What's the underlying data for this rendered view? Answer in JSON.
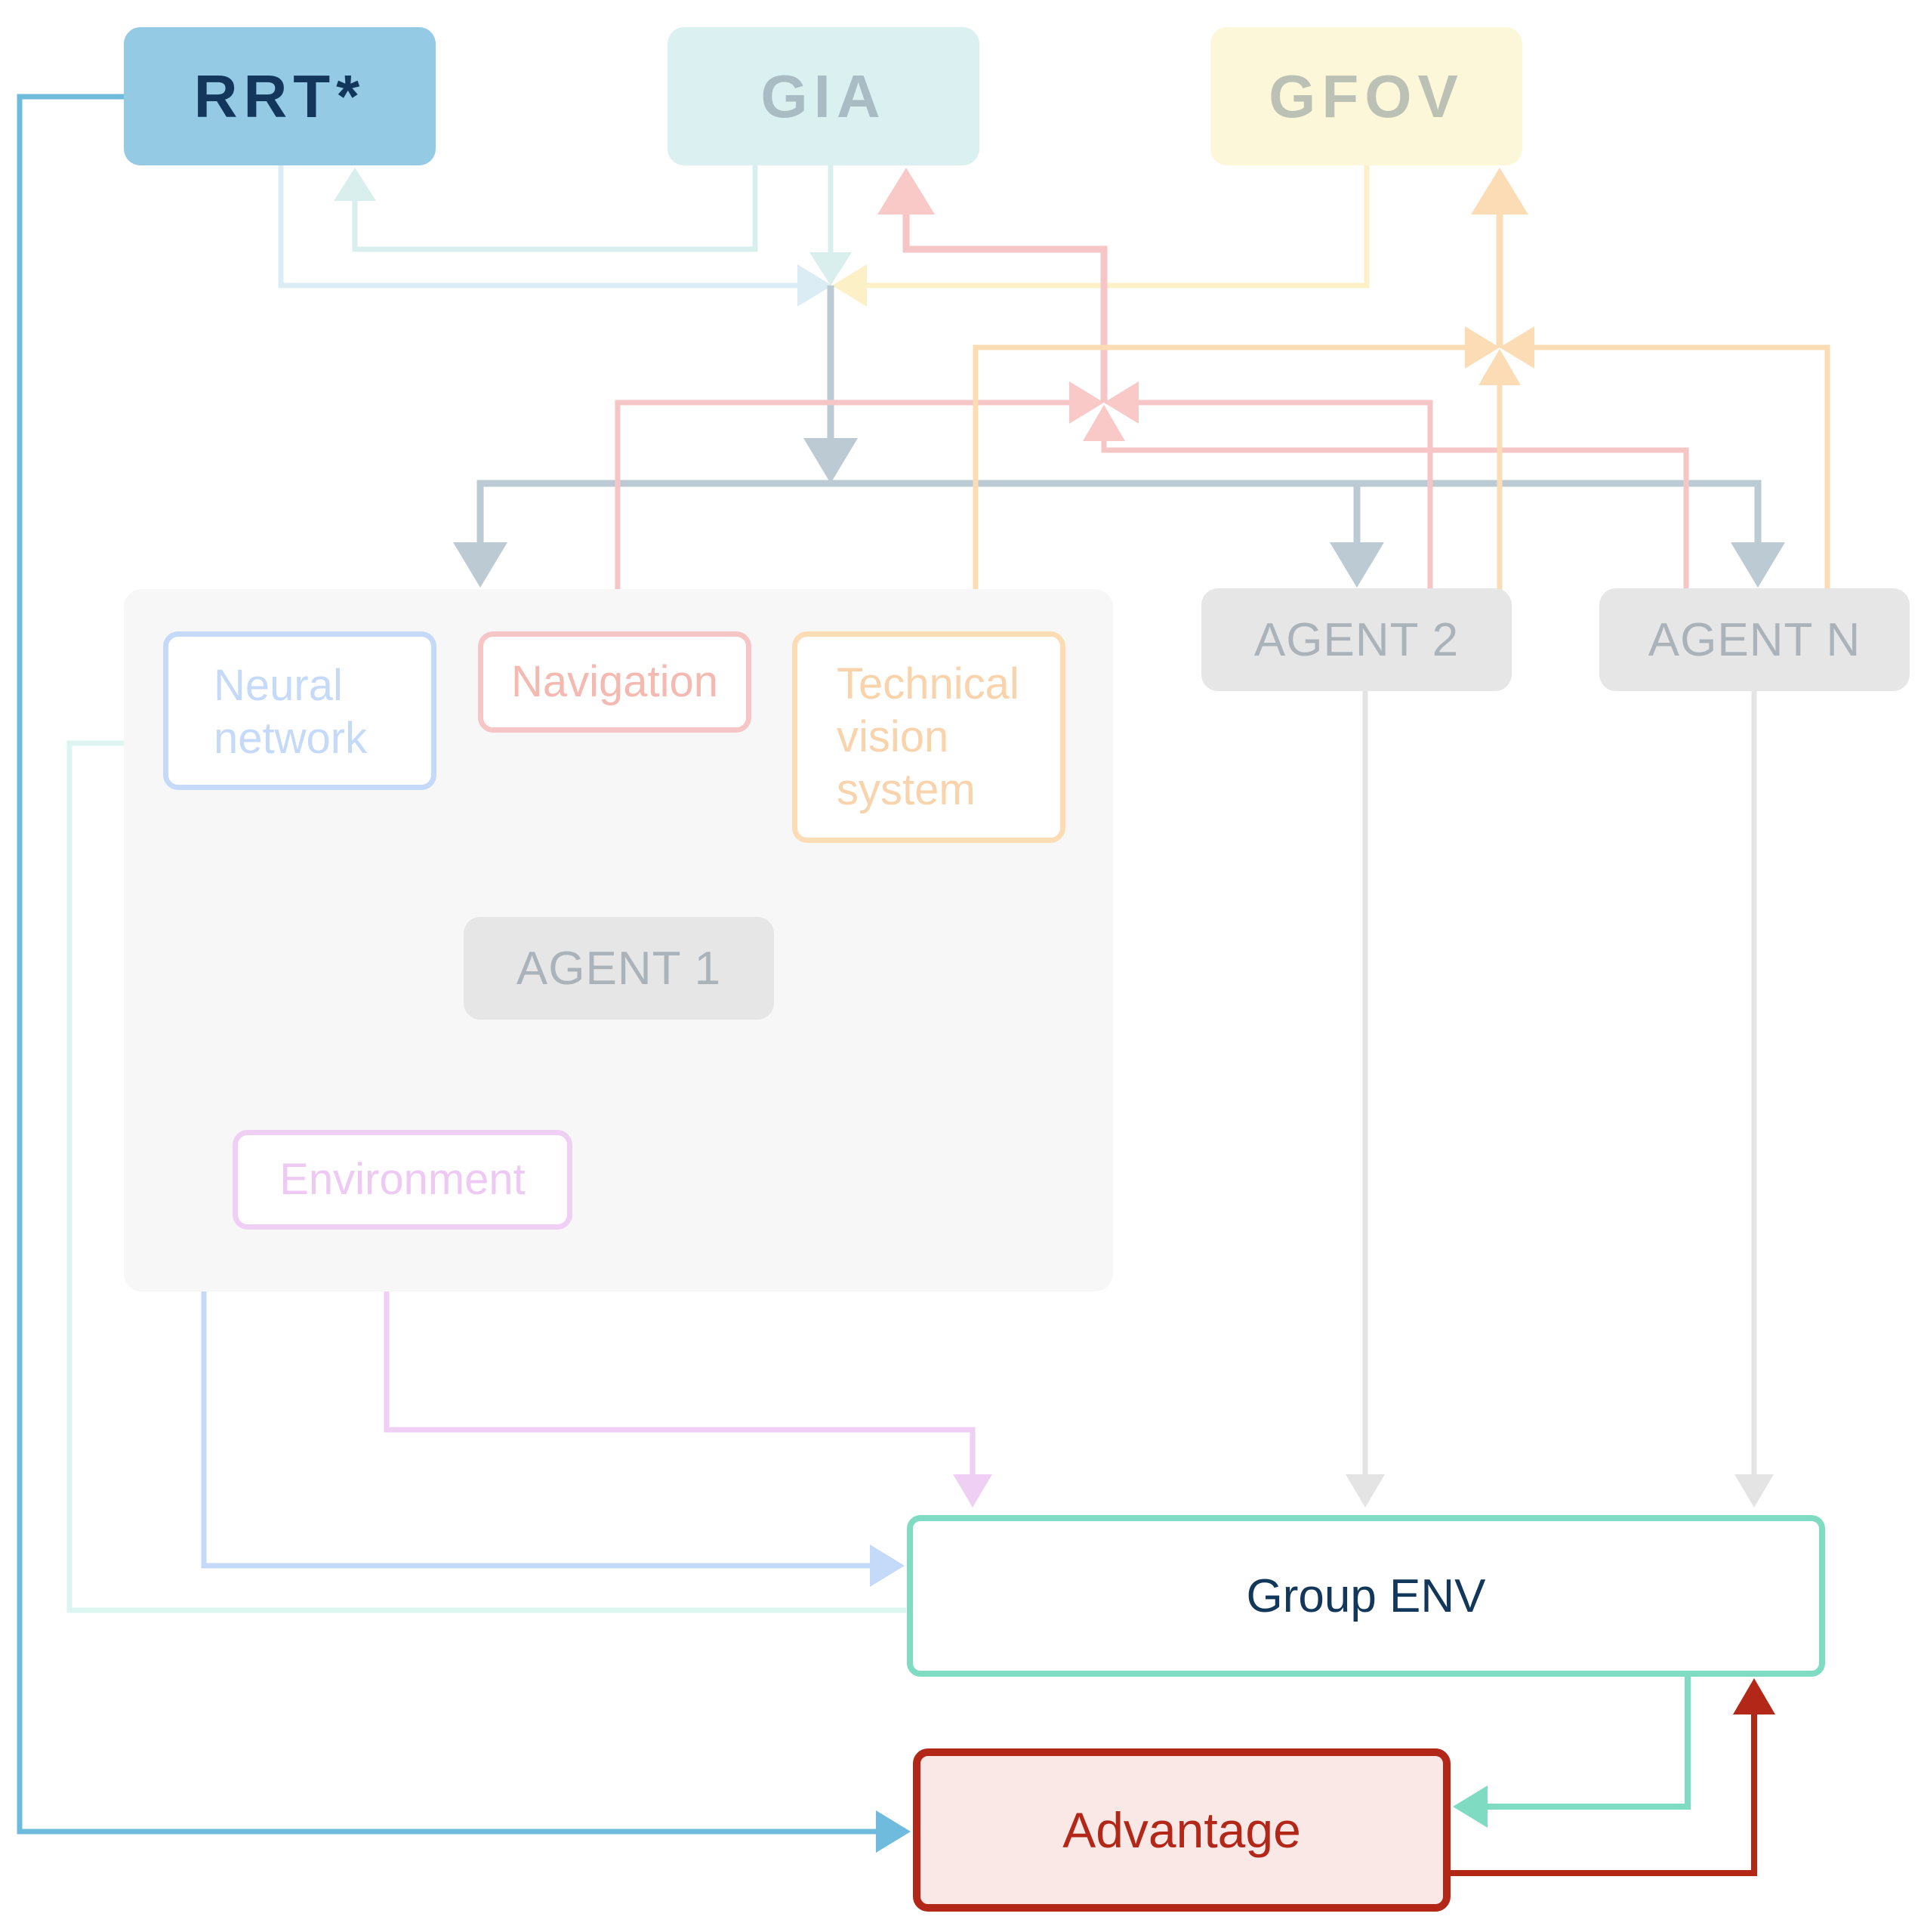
{
  "nodes": {
    "rrt": "RRT*",
    "gia": "GIA",
    "gfov": "GFOV",
    "agent1": "AGENT 1",
    "agent2": "AGENT 2",
    "agentn": "AGENT N",
    "neural_network": [
      "Neural",
      "network"
    ],
    "navigation": "Navigation",
    "technical_vision": [
      "Technical",
      "vision",
      "system"
    ],
    "environment": "Environment",
    "group_env": "Group ENV",
    "advantage": "Advantage"
  },
  "colors": {
    "rrt_fill": "#94cae3",
    "rrt_line": "#6fbbdd",
    "gia_fill": "#dbf0f1",
    "gfov_fill": "#fdf7d9",
    "navigation": "#f6c6c6",
    "technical_vision": "#fbdcb5",
    "neural_network": "#c5d9f8",
    "environment": "#f0cff5",
    "group_env": "#7fdcc3",
    "advantage": "#b22718",
    "agent_fill": "#e6e6e6",
    "hub_line": "#bccbd3",
    "text_dark": "#12375a"
  }
}
